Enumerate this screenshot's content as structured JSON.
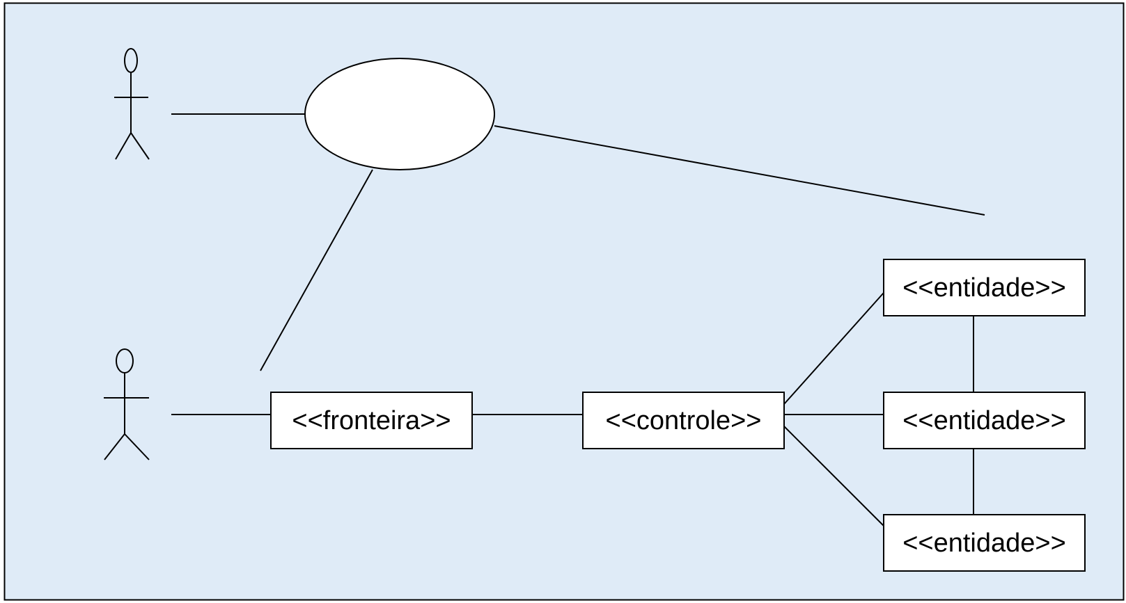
{
  "diagram": {
    "type": "uml-robustness",
    "background_color": "#dfebf7",
    "border_color": "#000000",
    "node_fill": "#ffffff",
    "line_color": "#000000",
    "actors": [
      "actor-top",
      "actor-bottom"
    ],
    "use_case_label": "",
    "boundary": {
      "label": "<<fronteira>>"
    },
    "control": {
      "label": "<<controle>>"
    },
    "entities": [
      {
        "label": "<<entidade>>"
      },
      {
        "label": "<<entidade>>"
      },
      {
        "label": "<<entidade>>"
      }
    ]
  }
}
